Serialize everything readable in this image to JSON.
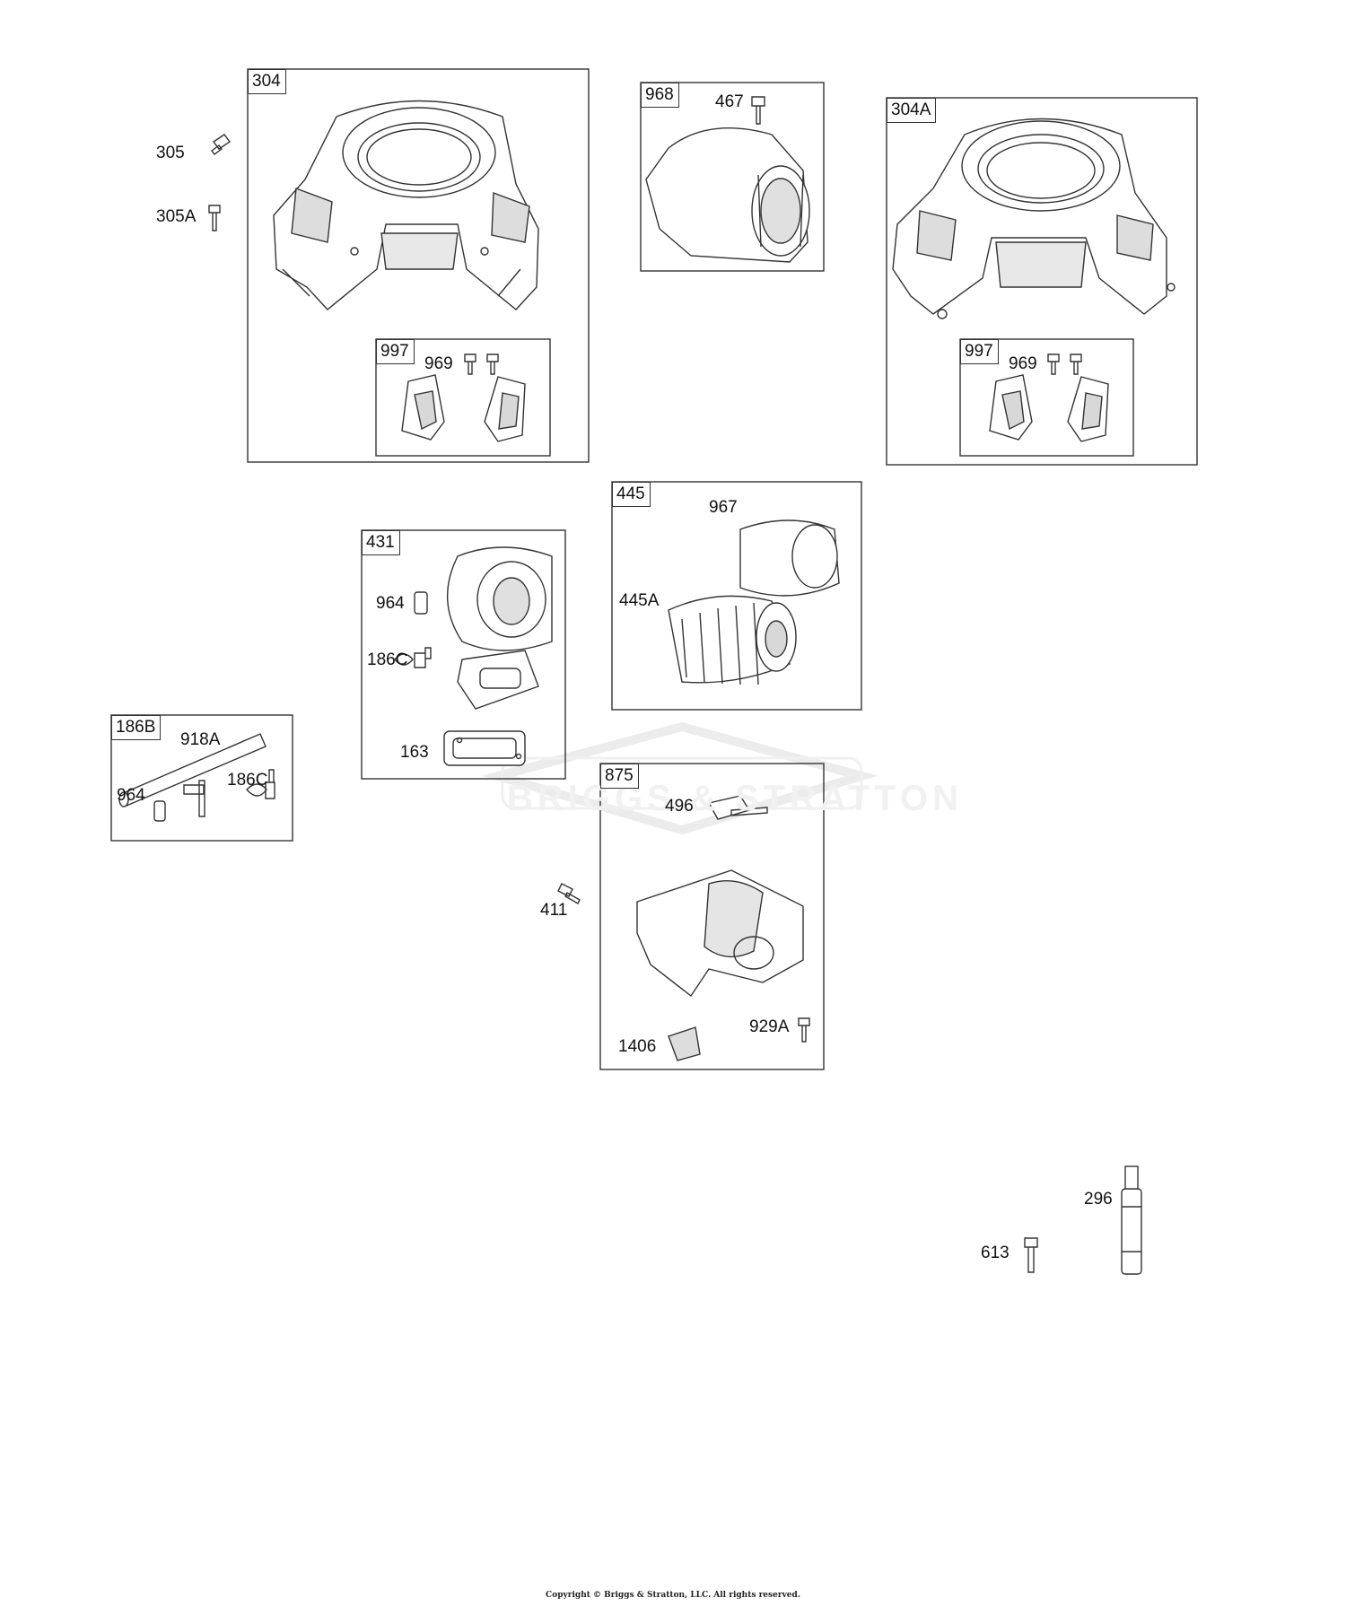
{
  "diagram": {
    "boxes": {
      "b304": "304",
      "b968": "968",
      "b304A": "304A",
      "b997_left": "997",
      "b997_right": "997",
      "b445": "445",
      "b431": "431",
      "b186B": "186B",
      "b875": "875"
    },
    "parts": {
      "p305": "305",
      "p305A": "305A",
      "p969_left": "969",
      "p467": "467",
      "p969_right": "969",
      "p967": "967",
      "p445A": "445A",
      "p964_431": "964",
      "p186C_431": "186C",
      "p163": "163",
      "p918A": "918A",
      "p186C_186B": "186C",
      "p964_186B": "964",
      "p496": "496",
      "p411": "411",
      "p929A": "929A",
      "p1406": "1406",
      "p296": "296",
      "p613": "613"
    },
    "watermark": "BRIGGS & STRATTON",
    "copyright": "Copyright © Briggs & Stratton, LLC. All rights reserved."
  },
  "colors": {
    "line": "#333333",
    "fill": "#ffffff",
    "shade": "#cfcfcf",
    "watermark": "#eeeeee"
  },
  "icons": [
    "bolt-icon",
    "blower-housing-icon",
    "air-filter-icon",
    "hose-icon",
    "fitting-icon",
    "gasket-icon",
    "duct-icon",
    "dipstick-icon"
  ]
}
